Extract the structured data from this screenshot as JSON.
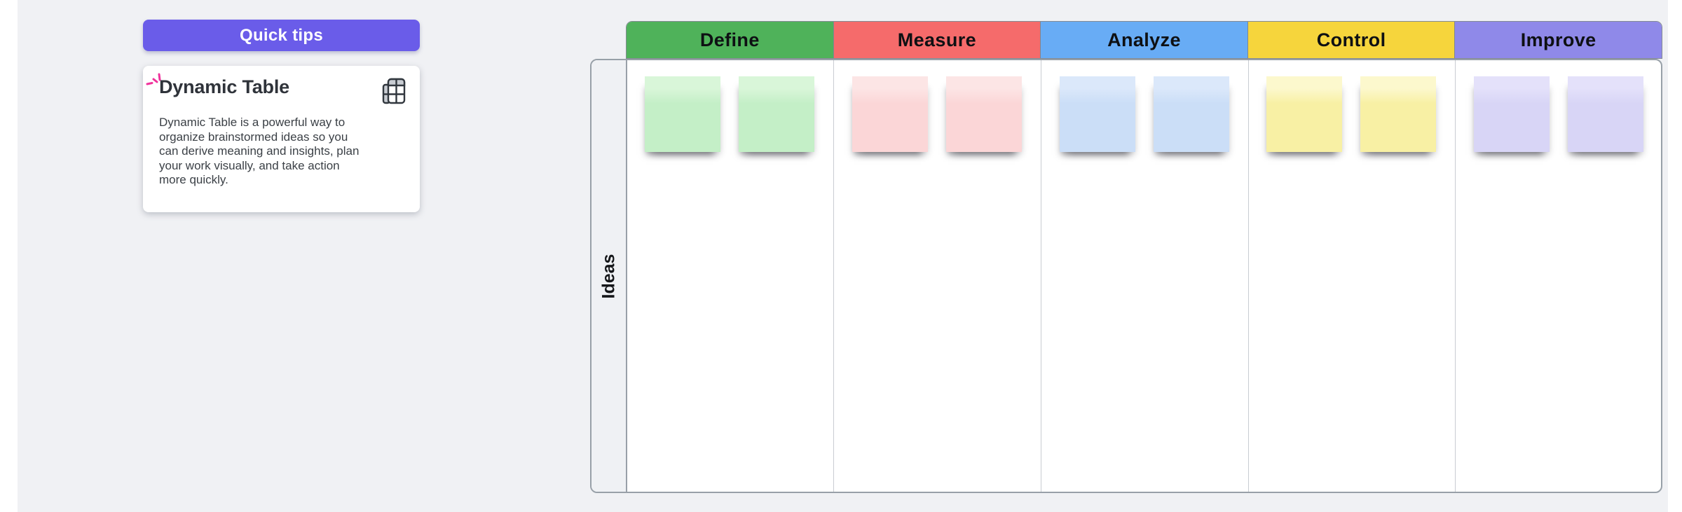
{
  "page": {
    "canvas_background": "#f0f1f4",
    "page_background": "#ffffff"
  },
  "quick_tips_button": {
    "label": "Quick tips",
    "background": "#6a5ce9",
    "text_color": "#ffffff"
  },
  "tip_card": {
    "title": "Dynamic Table",
    "body_lines": [
      "Dynamic Table is a powerful way to",
      "organize brainstormed ideas so you",
      "can derive meaning and insights, plan",
      "your work visually, and take action",
      "more quickly."
    ],
    "icons": {
      "sparkle": "sparkle-icon",
      "table": "table-icon"
    },
    "sparkle_color": "#f0329c",
    "icon_stroke_color": "#31373e",
    "icon_fill_color": "#c9cdd3"
  },
  "board": {
    "row_label": "Ideas",
    "notes_per_column": 2,
    "border_color": "#98a0a8",
    "divider_color": "#c9ccd2",
    "columns": [
      {
        "label": "Define",
        "header_color": "#4fb25a",
        "note_top": "#d9f6d9",
        "note_main": "#c4efc7"
      },
      {
        "label": "Measure",
        "header_color": "#f56b6b",
        "note_top": "#fce5e5",
        "note_main": "#fbd6d7"
      },
      {
        "label": "Analyze",
        "header_color": "#68acf5",
        "note_top": "#dbe8fa",
        "note_main": "#cbdef7"
      },
      {
        "label": "Control",
        "header_color": "#f6d53c",
        "note_top": "#fcf8cd",
        "note_main": "#f8f0a4"
      },
      {
        "label": "Improve",
        "header_color": "#8f89e9",
        "note_top": "#e4e1fa",
        "note_main": "#d8d5f6"
      }
    ]
  }
}
